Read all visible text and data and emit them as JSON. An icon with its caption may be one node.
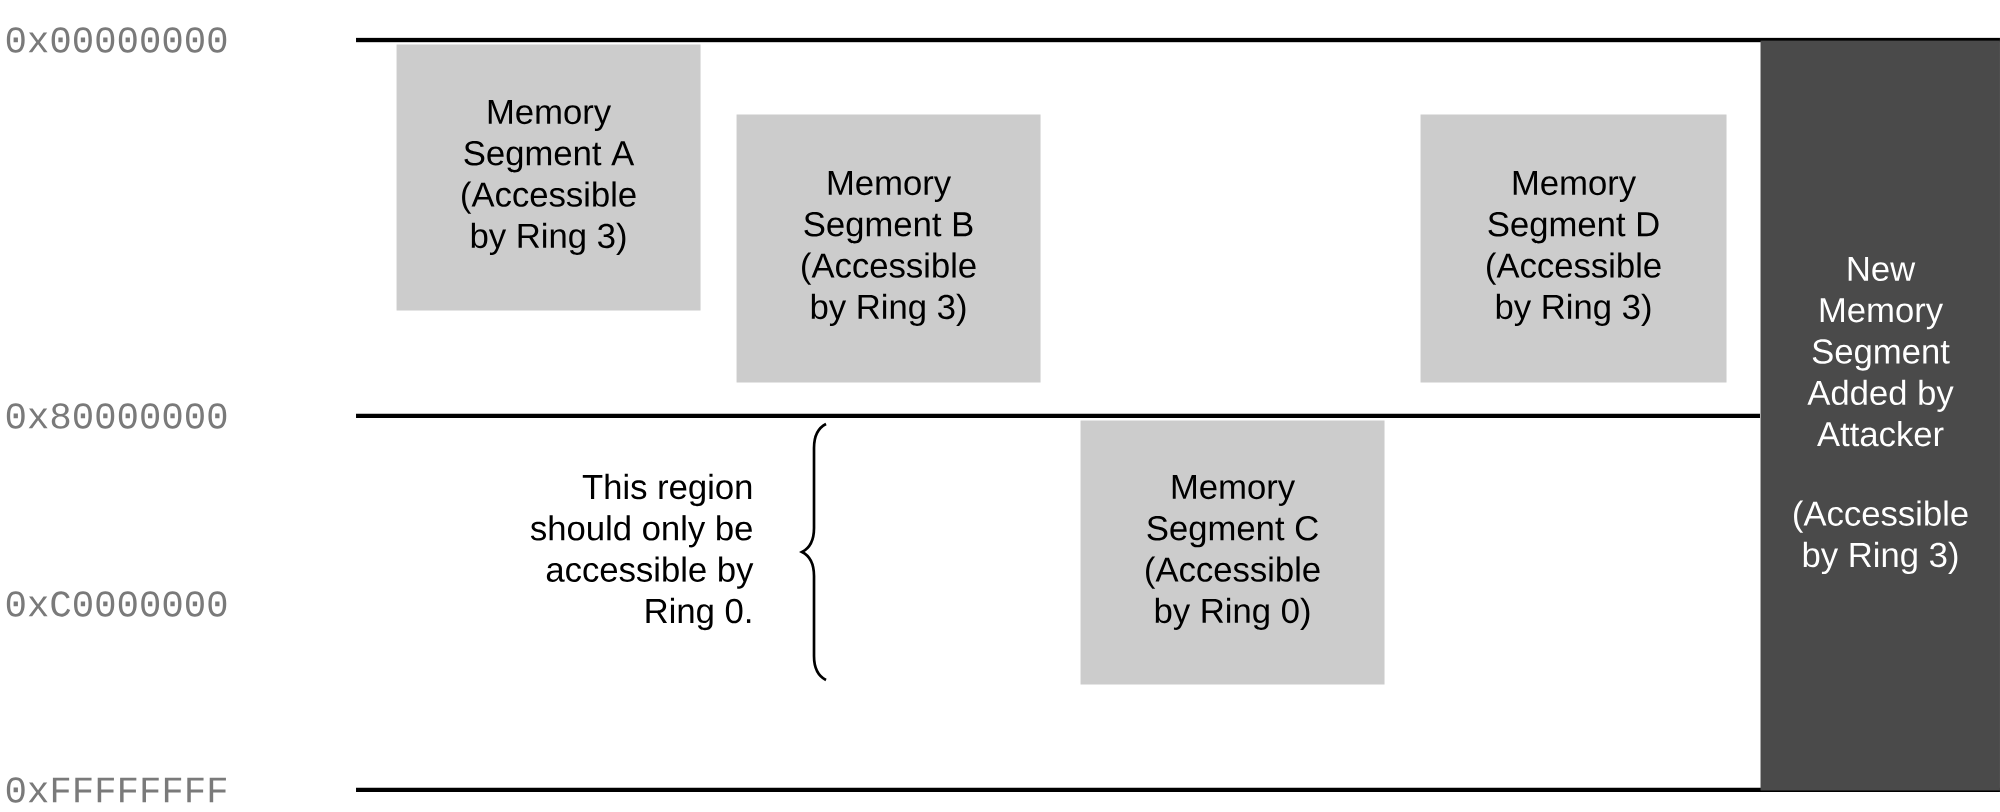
{
  "diagram": {
    "nodes": [
      {
        "text": [
          "Memory Segment A (Accessible by Ring 3)"
        ]
      },
      {
        "text": [
          "Memory Segment B (Accessible by Ring 3)"
        ]
      },
      {
        "text": [
          "Memory Segment D (Accessible by Ring 3)"
        ]
      },
      {
        "text": [
          "Memory Segment C (Accessible by Ring 0)"
        ]
      },
      {
        "text": [
          "New Memory Segment Added by Attacker",
          "(Accessible by Ring 3)"
        ]
      }
    ],
    "labels": [
      "0x00000000",
      "0x80000000",
      "This region should only be accessible by Ring 0.",
      "0xC0000000",
      "0xFFFFFFFF"
    ]
  }
}
